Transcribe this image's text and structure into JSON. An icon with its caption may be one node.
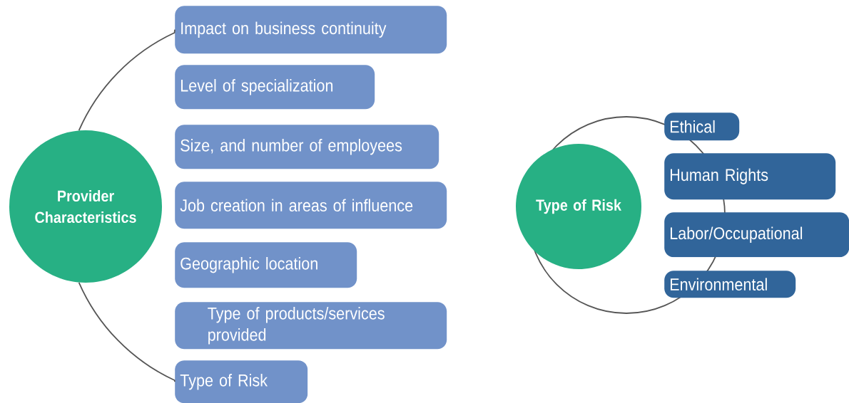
{
  "diagram": {
    "nodes": [
      {
        "text": [
          "Provider Characteristics"
        ]
      },
      {
        "text": [
          "Impact on business continuity"
        ]
      },
      {
        "text": [
          "Level of specialization"
        ]
      },
      {
        "text": [
          "Size, and number of employees"
        ]
      },
      {
        "text": [
          "Job creation in areas of influence"
        ]
      },
      {
        "text": [
          "Geographic location"
        ]
      },
      {
        "text": [
          "Type of products/services provided"
        ]
      },
      {
        "text": [
          "Type of Risk"
        ]
      },
      {
        "text": [
          "Type of Risk"
        ]
      },
      {
        "text": [
          "Ethical"
        ]
      },
      {
        "text": [
          "Human Rights"
        ]
      },
      {
        "text": [
          "Labor/Occupational"
        ]
      },
      {
        "text": [
          "Environmental"
        ]
      }
    ],
    "edges": [
      {
        "from": 0,
        "to": 1,
        "arrow": "none"
      },
      {
        "from": 0,
        "to": 7,
        "arrow": "none"
      }
    ]
  }
}
